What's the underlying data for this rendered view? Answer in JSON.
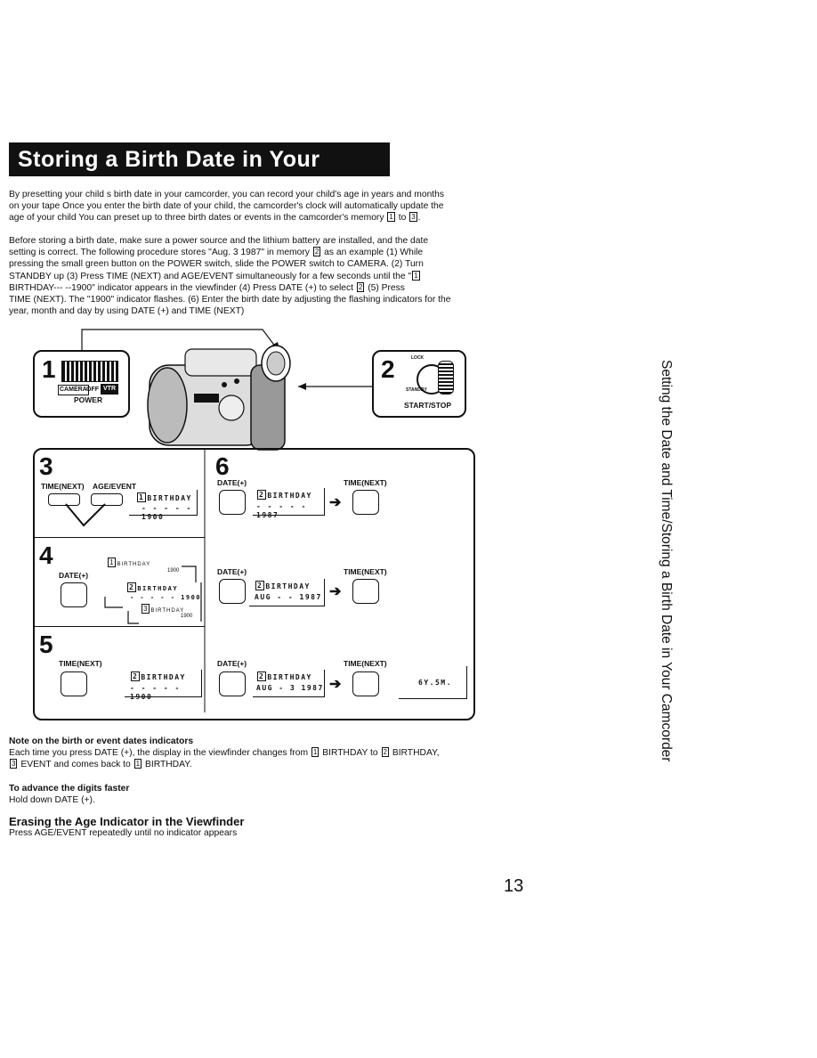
{
  "title": "Storing a Birth Date in Your Camcorder",
  "intro": {
    "line1": "By presetting your child s birth date in your camcorder, you can record your child's age in years and months",
    "line2": "on your tape  Once you enter the birth date of your child, the camcorder's clock will automatically update the",
    "line3_pre": "age of your child  You can preset up to three birth dates or events in the camcorder's memory",
    "line3_mid": "to",
    "line3_end": "."
  },
  "procedure": {
    "l1": "Before storing a birth date, make sure a power source and the lithium battery are installed, and the date",
    "l2_pre": "setting is correct. The following procedure stores \"Aug. 3 1987\" in memory",
    "l2_post": "as an example  (1) While",
    "l3": "pressing the small green button on the POWER switch, slide the POWER switch to CAMERA. (2) Turn",
    "l4": "STANDBY up  (3) Press TIME (NEXT) and AGE/EVENT simultaneously for a few seconds until the \"",
    "l5_pre": "BIRTHDAY--- --1900\" indicator appears in the viewfinder  (4) Press DATE (+) to select",
    "l5_post": "(5) Press",
    "l6": "TIME (NEXT). The \"1900\" indicator flashes. (6) Enter the birth date by adjusting the flashing indicators for the",
    "l7": "year, month and day by using DATE (+) and TIME (NEXT)"
  },
  "memory_boxes": {
    "one": "1",
    "two": "2",
    "three": "3"
  },
  "diagram": {
    "step1": {
      "num": "1",
      "camera": "CAMERA",
      "off": "OFF",
      "vtr": "VTR",
      "power": "POWER"
    },
    "step2": {
      "num": "2",
      "lock": "LOCK",
      "standby": "STANDBY",
      "label": "START/STOP"
    },
    "step3": {
      "num": "3",
      "time_next": "TIME(NEXT)",
      "age_event": "AGE/EVENT",
      "vf1": "BIRTHDAY",
      "vf2": "- - -  - - 1900"
    },
    "step4": {
      "num": "4",
      "date_plus": "DATE(+)",
      "m1a": "BIRTHDAY",
      "m1b": "1900",
      "m2a": "BIRTHDAY",
      "m2b": "- - -  - - 1900",
      "m3a": "BIRTHDAY",
      "m3b": "1900"
    },
    "step5": {
      "num": "5",
      "time_next": "TIME(NEXT)",
      "vf1": "BIRTHDAY",
      "vf2": "- - - - - 1900"
    },
    "step6": {
      "num": "6",
      "r1_date": "DATE(+)",
      "r1_time": "TIME(NEXT)",
      "r1_vf1": "BIRTHDAY",
      "r1_vf2": "- - -  - - 1987",
      "r2_date": "DATE(+)",
      "r2_time": "TIME(NEXT)",
      "r2_vf1": "BIRTHDAY",
      "r2_vf2": "AUG - -  1987",
      "r3_date": "DATE(+)",
      "r3_time": "TIME(NEXT)",
      "r3_vf1": "BIRTHDAY",
      "r3_vf2": "AUG - 3  1987",
      "result": "6Y.5M."
    },
    "arrow": "➔"
  },
  "note1": {
    "heading": "Note on the birth or event dates indicators",
    "t1": "Each time you press DATE (+), the display in the viewfinder changes from",
    "t2": "BIRTHDAY to",
    "t3": "BIRTHDAY,",
    "t4": "EVENT and comes back to",
    "t5": "BIRTHDAY."
  },
  "note2": {
    "heading": "To advance the digits faster",
    "body": "Hold down DATE (+)."
  },
  "note3": {
    "heading": "Erasing the Age Indicator in the Viewfinder",
    "body": "Press AGE/EVENT repeatedly until no indicator appears"
  },
  "sidebar": "Setting the Date and Time/Storing a Birth Date in Your Camcorder",
  "page_number": "13"
}
